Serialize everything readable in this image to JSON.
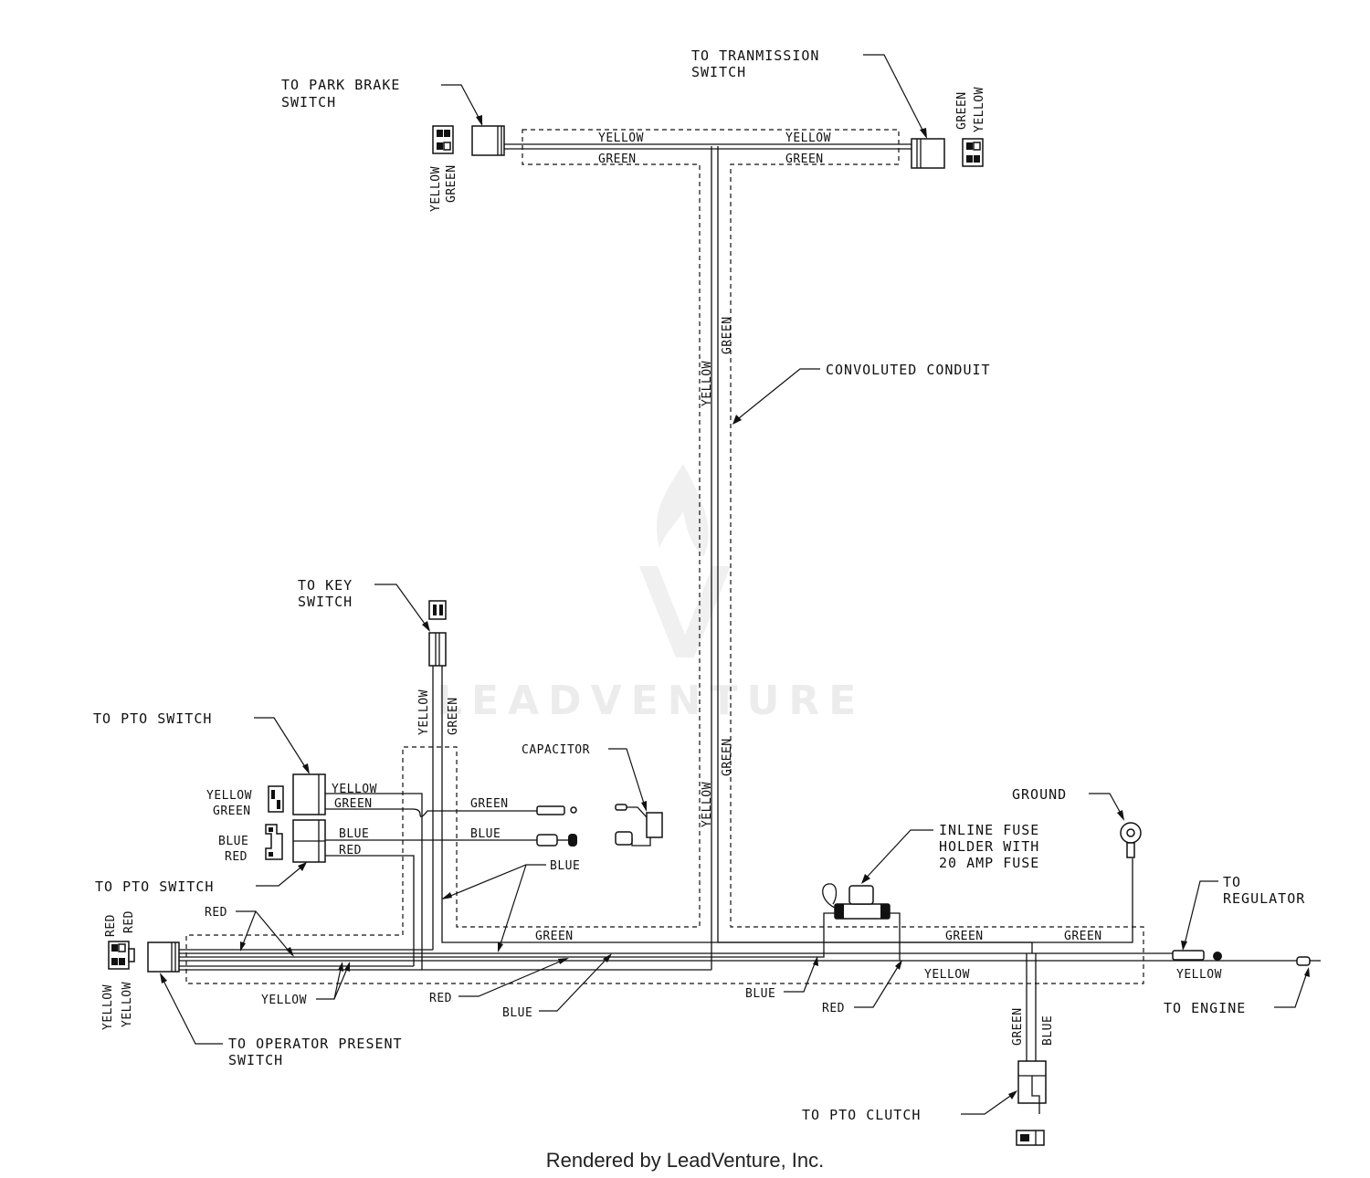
{
  "labels": {
    "park_brake": [
      "TO PARK BRAKE",
      "SWITCH"
    ],
    "transmission": [
      "TO TRANMISSION",
      "SWITCH"
    ],
    "conduit": "CONVOLUTED CONDUIT",
    "key_switch": [
      "TO KEY",
      "SWITCH"
    ],
    "pto_switch_top": "TO PTO SWITCH",
    "pto_switch_bottom": "TO PTO SWITCH",
    "capacitor": "CAPACITOR",
    "ground": "GROUND",
    "fuse": [
      "INLINE FUSE",
      "HOLDER WITH",
      "20 AMP FUSE"
    ],
    "regulator": [
      "TO",
      "REGULATOR"
    ],
    "engine": "TO ENGINE",
    "operator": [
      "TO OPERATOR PRESENT",
      "SWITCH"
    ],
    "pto_clutch": "TO PTO CLUTCH"
  },
  "wire_colors": {
    "yellow": "YELLOW",
    "green": "GREEN",
    "blue": "BLUE",
    "red": "RED"
  },
  "watermark": "LEADVENTURE",
  "footer": "Rendered by LeadVenture, Inc."
}
